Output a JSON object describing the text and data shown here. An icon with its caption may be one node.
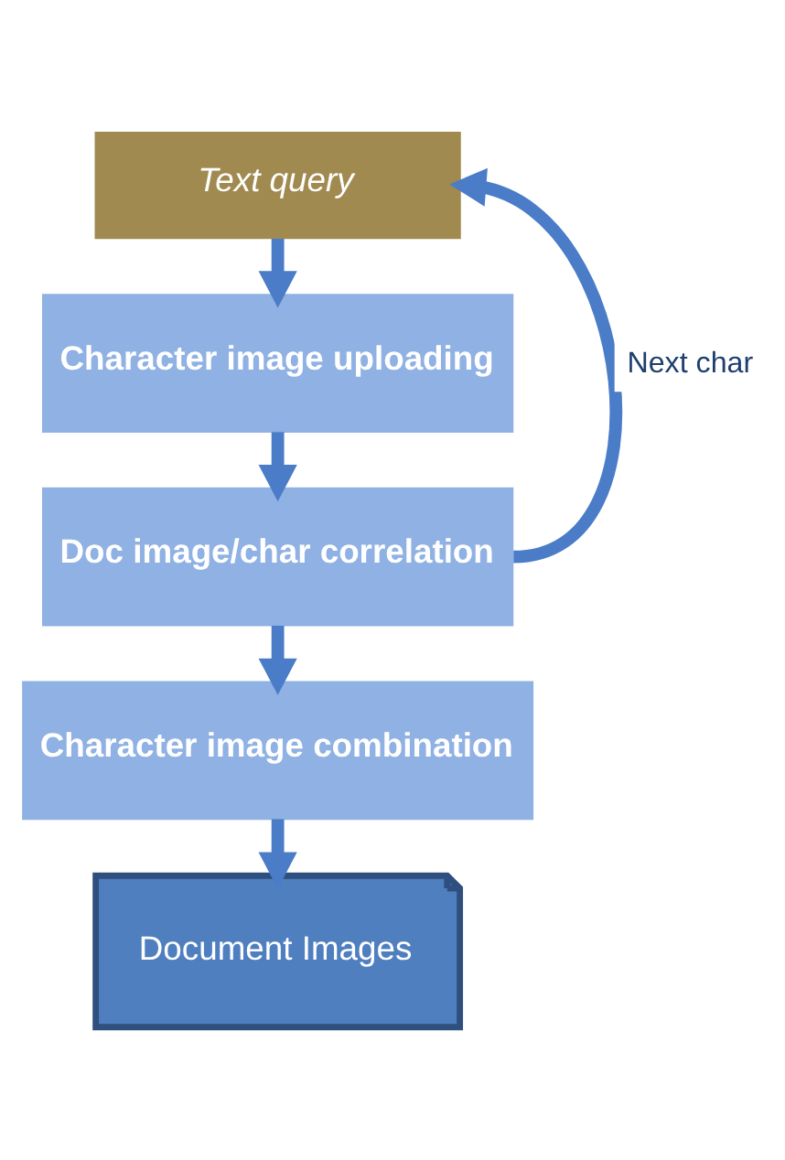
{
  "diagram": {
    "nodes": [
      {
        "text": [
          "Text query"
        ]
      },
      {
        "text": [
          "Character image uploading"
        ]
      },
      {
        "text": [
          "Doc image/char correlation"
        ]
      },
      {
        "text": [
          "Character image combination"
        ]
      },
      {
        "text": [
          "Document Images"
        ]
      }
    ],
    "edges": [
      {
        "from": 0,
        "to": 1,
        "arrow": "to"
      },
      {
        "from": 1,
        "to": 2,
        "arrow": "to"
      },
      {
        "from": 2,
        "to": 3,
        "arrow": "to"
      },
      {
        "from": 2,
        "to": 0,
        "arrow": "to",
        "label": "Next char"
      },
      {
        "from": 3,
        "to": 4,
        "arrow": "to"
      }
    ]
  }
}
